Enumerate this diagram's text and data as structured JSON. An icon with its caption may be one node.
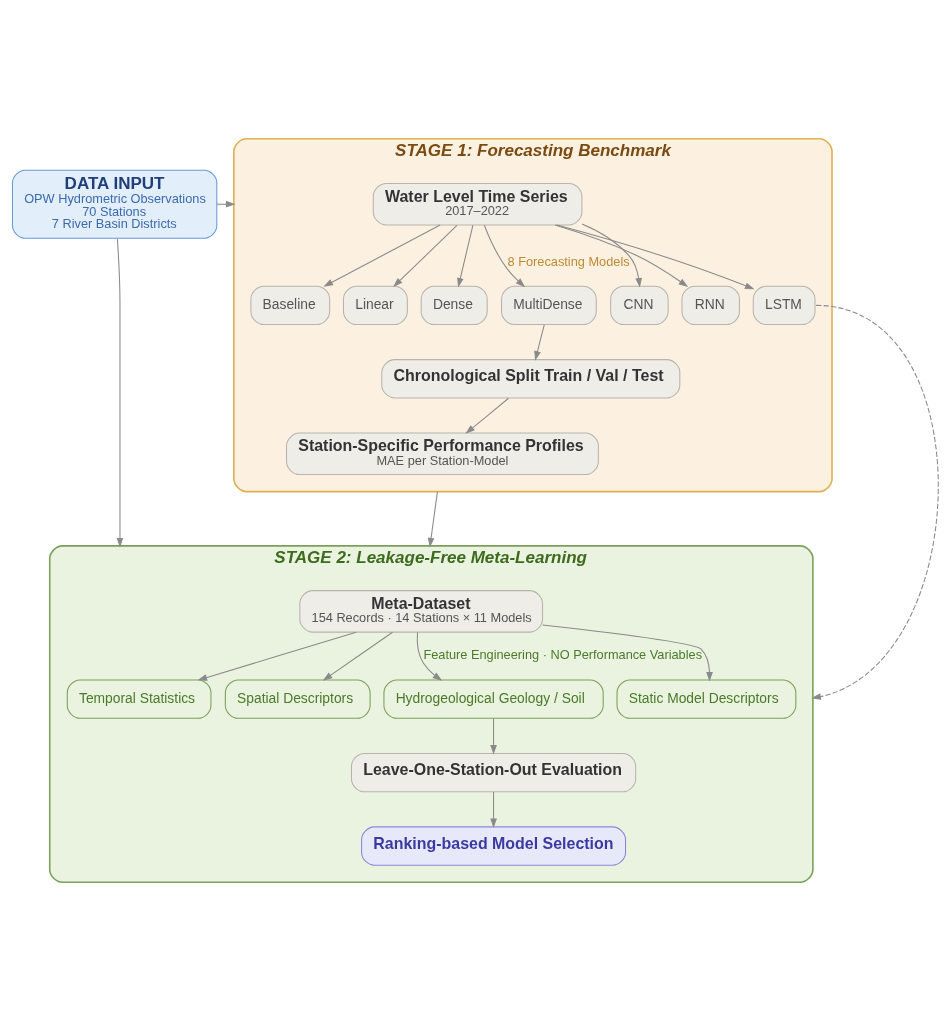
{
  "diagram": {
    "nodes": [
      {
        "text": [
          "DATA INPUT",
          "OPW Hydrometric Observations",
          "70 Stations",
          "7 River Basin Districts"
        ]
      },
      {
        "text": [
          "STAGE 1: Forecasting Benchmark"
        ]
      },
      {
        "text": [
          "Water Level Time Series",
          "2017–2022"
        ],
        "in": 1
      },
      {
        "text": [
          "Baseline"
        ],
        "in": 1
      },
      {
        "text": [
          "Linear"
        ],
        "in": 1
      },
      {
        "text": [
          "Dense"
        ],
        "in": 1
      },
      {
        "text": [
          "MultiDense"
        ],
        "in": 1
      },
      {
        "text": [
          "CNN"
        ],
        "in": 1
      },
      {
        "text": [
          "RNN"
        ],
        "in": 1
      },
      {
        "text": [
          "LSTM"
        ],
        "in": 1
      },
      {
        "text": [
          "Chronological Split Train / Val / Test"
        ],
        "in": 1
      },
      {
        "text": [
          "Station-Specific Performance Profiles",
          "MAE per Station-Model"
        ],
        "in": 1
      },
      {
        "text": [
          "STAGE 2: Leakage-Free Meta-Learning"
        ]
      },
      {
        "text": [
          "Meta-Dataset",
          "154 Records · 14 Stations × 11 Models"
        ],
        "in": 12
      },
      {
        "text": [
          "Temporal Statistics"
        ],
        "in": 12
      },
      {
        "text": [
          "Spatial Descriptors"
        ],
        "in": 12
      },
      {
        "text": [
          "Hydrogeological Geology / Soil"
        ],
        "in": 12
      },
      {
        "text": [
          "Static Model Descriptors"
        ],
        "in": 12
      },
      {
        "text": [
          "Leave-One-Station-Out Evaluation"
        ],
        "in": 12
      },
      {
        "text": [
          "Ranking-based Model Selection"
        ],
        "in": 12
      }
    ],
    "edges": [
      {
        "from": 0,
        "to": 1,
        "arrow": "to"
      },
      {
        "from": 0,
        "to": 12,
        "arrow": "to"
      },
      {
        "from": 2,
        "to": 3,
        "arrow": "to"
      },
      {
        "from": 2,
        "to": 4,
        "arrow": "to"
      },
      {
        "from": 2,
        "to": 5,
        "arrow": "to"
      },
      {
        "from": 2,
        "to": 6,
        "arrow": "to",
        "label": "8 Forecasting Models"
      },
      {
        "from": 2,
        "to": 7,
        "arrow": "to"
      },
      {
        "from": 2,
        "to": 8,
        "arrow": "to"
      },
      {
        "from": 2,
        "to": 9,
        "arrow": "to"
      },
      {
        "from": 9,
        "to": 12,
        "arrow": "to",
        "style": "dashed"
      },
      {
        "from": 6,
        "to": 10,
        "arrow": "to"
      },
      {
        "from": 10,
        "to": 11,
        "arrow": "to"
      },
      {
        "from": 1,
        "to": 12,
        "arrow": "to"
      },
      {
        "from": 13,
        "to": 14,
        "arrow": "to"
      },
      {
        "from": 13,
        "to": 15,
        "arrow": "to"
      },
      {
        "from": 13,
        "to": 16,
        "arrow": "to",
        "label": "Feature Engineering · NO Performance Variables"
      },
      {
        "from": 13,
        "to": 17,
        "arrow": "to"
      },
      {
        "from": 16,
        "to": 18,
        "arrow": "to"
      },
      {
        "from": 18,
        "to": 19,
        "arrow": "to"
      }
    ]
  }
}
